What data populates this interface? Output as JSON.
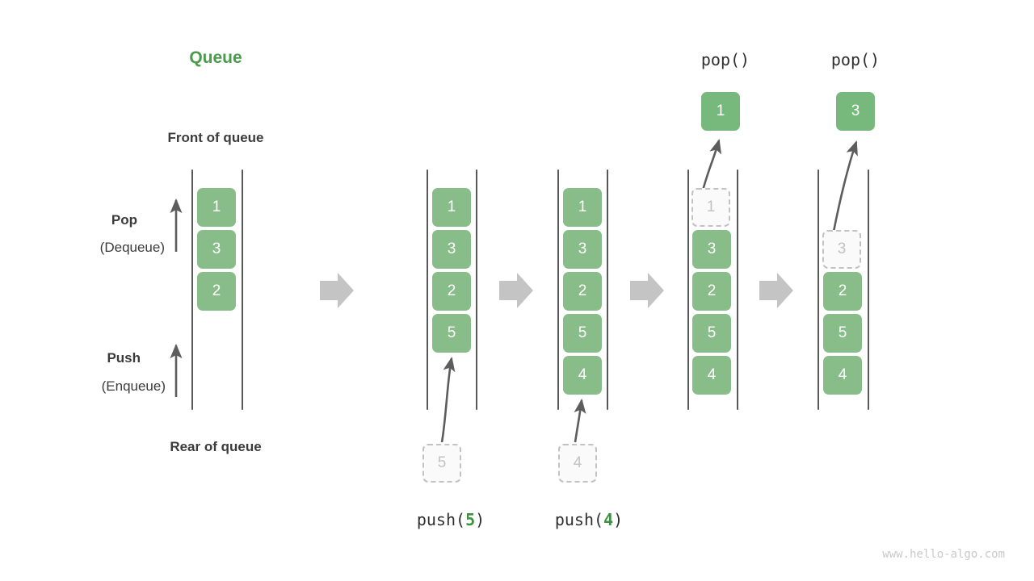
{
  "diagram": {
    "title": "Queue",
    "title_color": "#4a9b4a",
    "box_color": "#88bd8a",
    "ghost_color": "#c2c2c2",
    "rail_color": "#585858",
    "arrow_color": "#c4c4c4",
    "watermark": "www.hello-algo.com",
    "labels": {
      "front_of_queue": "Front of queue",
      "rear_of_queue": "Rear of queue",
      "pop": "Pop",
      "pop_alt": "(Dequeue)",
      "push": "Push",
      "push_alt": "(Enqueue)"
    },
    "operations": {
      "push5_prefix": "push(",
      "push5_arg": "5",
      "push5_suffix": ")",
      "push4_prefix": "push(",
      "push4_arg": "4",
      "push4_suffix": ")",
      "pop1_label": "pop()",
      "pop2_label": "pop()"
    },
    "stages": [
      {
        "name": "initial",
        "items": [
          "1",
          "3",
          "2"
        ],
        "ghost_index": -1,
        "incoming": null,
        "outgoing": null
      },
      {
        "name": "after-push-5",
        "items": [
          "1",
          "3",
          "2",
          "5"
        ],
        "ghost_index": -1,
        "incoming": "5",
        "outgoing": null
      },
      {
        "name": "after-push-4",
        "items": [
          "1",
          "3",
          "2",
          "5",
          "4"
        ],
        "ghost_index": -1,
        "incoming": "4",
        "outgoing": null
      },
      {
        "name": "pop-1",
        "items": [
          "1",
          "3",
          "2",
          "5",
          "4"
        ],
        "ghost_index": 0,
        "incoming": null,
        "outgoing": "1"
      },
      {
        "name": "pop-3",
        "items": [
          "3",
          "2",
          "5",
          "4"
        ],
        "ghost_index": 0,
        "incoming": null,
        "outgoing": "3"
      }
    ]
  }
}
